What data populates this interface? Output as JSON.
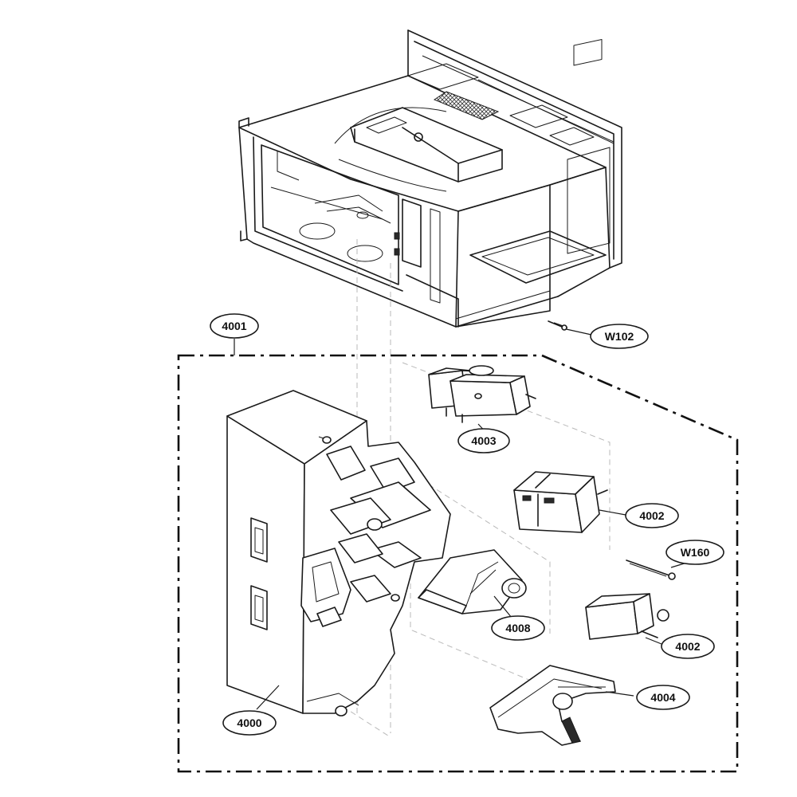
{
  "diagram": {
    "type": "exploded-parts-diagram",
    "callouts": {
      "c4001": "4001",
      "cW102": "W102",
      "c4003": "4003",
      "c4002a": "4002",
      "cW160": "W160",
      "c4008": "4008",
      "c4002b": "4002",
      "c4004": "4004",
      "c4000": "4000"
    }
  }
}
